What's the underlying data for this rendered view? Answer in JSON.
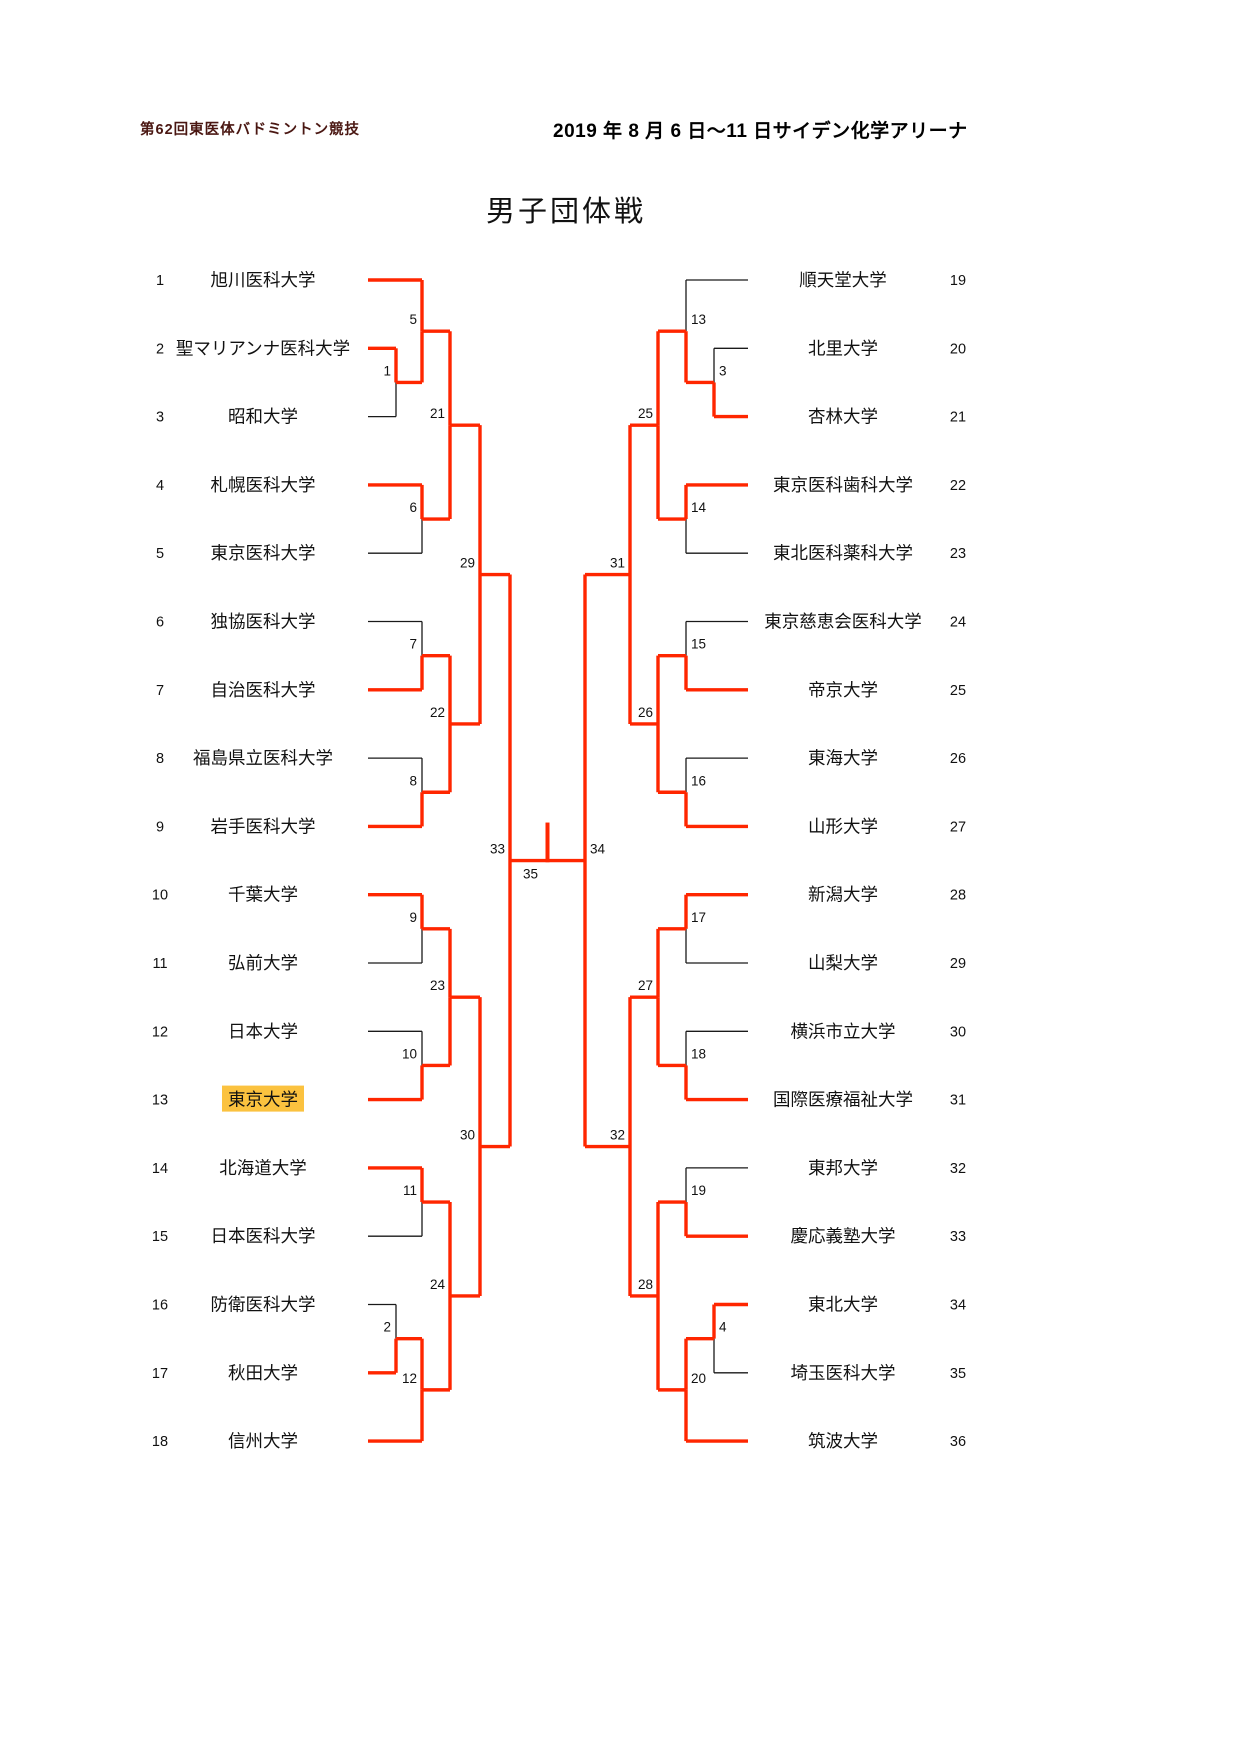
{
  "header": {
    "event_title": "第62回東医体バドミントン競技",
    "date_venue": "2019 年 8 月 6 日～11 日サイデン化学アリーナ"
  },
  "page_title": "男子団体戦",
  "colors": {
    "winner_path": "#ff2600",
    "line": "#1a1a1a",
    "highlight": "#fbc23f",
    "header_title": "#4a1712"
  },
  "highlighted_team": "東京大学",
  "teams_left": [
    {
      "seed": 1,
      "name": "旭川医科大学",
      "won_first": true
    },
    {
      "seed": 2,
      "name": "聖マリアンナ医科大学",
      "won_first": true
    },
    {
      "seed": 3,
      "name": "昭和大学",
      "won_first": false
    },
    {
      "seed": 4,
      "name": "札幌医科大学",
      "won_first": true
    },
    {
      "seed": 5,
      "name": "東京医科大学",
      "won_first": false
    },
    {
      "seed": 6,
      "name": "独協医科大学",
      "won_first": false
    },
    {
      "seed": 7,
      "name": "自治医科大学",
      "won_first": true
    },
    {
      "seed": 8,
      "name": "福島県立医科大学",
      "won_first": false
    },
    {
      "seed": 9,
      "name": "岩手医科大学",
      "won_first": true
    },
    {
      "seed": 10,
      "name": "千葉大学",
      "won_first": true
    },
    {
      "seed": 11,
      "name": "弘前大学",
      "won_first": false
    },
    {
      "seed": 12,
      "name": "日本大学",
      "won_first": false
    },
    {
      "seed": 13,
      "name": "東京大学",
      "won_first": true,
      "highlight": true
    },
    {
      "seed": 14,
      "name": "北海道大学",
      "won_first": true
    },
    {
      "seed": 15,
      "name": "日本医科大学",
      "won_first": false
    },
    {
      "seed": 16,
      "name": "防衛医科大学",
      "won_first": false
    },
    {
      "seed": 17,
      "name": "秋田大学",
      "won_first": true
    },
    {
      "seed": 18,
      "name": "信州大学",
      "won_first": true
    }
  ],
  "teams_right": [
    {
      "seed": 19,
      "name": "順天堂大学",
      "won_first": false
    },
    {
      "seed": 20,
      "name": "北里大学",
      "won_first": false
    },
    {
      "seed": 21,
      "name": "杏林大学",
      "won_first": true
    },
    {
      "seed": 22,
      "name": "東京医科歯科大学",
      "won_first": true
    },
    {
      "seed": 23,
      "name": "東北医科薬科大学",
      "won_first": false
    },
    {
      "seed": 24,
      "name": "東京慈恵会医科大学",
      "won_first": false
    },
    {
      "seed": 25,
      "name": "帝京大学",
      "won_first": true
    },
    {
      "seed": 26,
      "name": "東海大学",
      "won_first": false
    },
    {
      "seed": 27,
      "name": "山形大学",
      "won_first": true
    },
    {
      "seed": 28,
      "name": "新潟大学",
      "won_first": true
    },
    {
      "seed": 29,
      "name": "山梨大学",
      "won_first": false
    },
    {
      "seed": 30,
      "name": "横浜市立大学",
      "won_first": false
    },
    {
      "seed": 31,
      "name": "国際医療福祉大学",
      "won_first": true
    },
    {
      "seed": 32,
      "name": "東邦大学",
      "won_first": false
    },
    {
      "seed": 33,
      "name": "慶応義塾大学",
      "won_first": true
    },
    {
      "seed": 34,
      "name": "東北大学",
      "won_first": true
    },
    {
      "seed": 35,
      "name": "埼玉医科大学",
      "won_first": false
    },
    {
      "seed": 36,
      "name": "筑波大学",
      "won_first": true
    }
  ],
  "matches": [
    {
      "num": 1,
      "side": "left",
      "round": 1,
      "top": "T2",
      "bottom": "T3",
      "winner": "top"
    },
    {
      "num": 2,
      "side": "left",
      "round": 1,
      "top": "T16",
      "bottom": "T17",
      "winner": "bottom"
    },
    {
      "num": 5,
      "side": "left",
      "round": 2,
      "top": "T1",
      "bottom": "M1",
      "winner": "top"
    },
    {
      "num": 6,
      "side": "left",
      "round": 2,
      "top": "T4",
      "bottom": "T5",
      "winner": "top"
    },
    {
      "num": 7,
      "side": "left",
      "round": 2,
      "top": "T6",
      "bottom": "T7",
      "winner": "bottom"
    },
    {
      "num": 8,
      "side": "left",
      "round": 2,
      "top": "T8",
      "bottom": "T9",
      "winner": "bottom"
    },
    {
      "num": 9,
      "side": "left",
      "round": 2,
      "top": "T10",
      "bottom": "T11",
      "winner": "top"
    },
    {
      "num": 10,
      "side": "left",
      "round": 2,
      "top": "T12",
      "bottom": "T13",
      "winner": "bottom"
    },
    {
      "num": 11,
      "side": "left",
      "round": 2,
      "top": "T14",
      "bottom": "T15",
      "winner": "top"
    },
    {
      "num": 12,
      "side": "left",
      "round": 2,
      "top": "M2",
      "bottom": "T18",
      "winner": "bottom"
    },
    {
      "num": 21,
      "side": "left",
      "round": 3,
      "top": "M5",
      "bottom": "M6",
      "winner": "bottom"
    },
    {
      "num": 22,
      "side": "left",
      "round": 3,
      "top": "M7",
      "bottom": "M8",
      "winner": "top"
    },
    {
      "num": 23,
      "side": "left",
      "round": 3,
      "top": "M9",
      "bottom": "M10",
      "winner": "bottom"
    },
    {
      "num": 24,
      "side": "left",
      "round": 3,
      "top": "M11",
      "bottom": "M12",
      "winner": "bottom"
    },
    {
      "num": 29,
      "side": "left",
      "round": 4,
      "top": "M21",
      "bottom": "M22",
      "winner": "top"
    },
    {
      "num": 30,
      "side": "left",
      "round": 4,
      "top": "M23",
      "bottom": "M24",
      "winner": "top"
    },
    {
      "num": 33,
      "side": "left",
      "round": 5,
      "top": "M29",
      "bottom": "M30",
      "winner": "top"
    },
    {
      "num": 3,
      "side": "right",
      "round": 1,
      "top": "T20",
      "bottom": "T21",
      "winner": "bottom"
    },
    {
      "num": 4,
      "side": "right",
      "round": 1,
      "top": "T34",
      "bottom": "T35",
      "winner": "top"
    },
    {
      "num": 13,
      "side": "right",
      "round": 2,
      "top": "T19",
      "bottom": "M3",
      "winner": "bottom"
    },
    {
      "num": 14,
      "side": "right",
      "round": 2,
      "top": "T22",
      "bottom": "T23",
      "winner": "top"
    },
    {
      "num": 15,
      "side": "right",
      "round": 2,
      "top": "T24",
      "bottom": "T25",
      "winner": "bottom"
    },
    {
      "num": 16,
      "side": "right",
      "round": 2,
      "top": "T26",
      "bottom": "T27",
      "winner": "bottom"
    },
    {
      "num": 17,
      "side": "right",
      "round": 2,
      "top": "T28",
      "bottom": "T29",
      "winner": "top"
    },
    {
      "num": 18,
      "side": "right",
      "round": 2,
      "top": "T30",
      "bottom": "T31",
      "winner": "bottom"
    },
    {
      "num": 19,
      "side": "right",
      "round": 2,
      "top": "T32",
      "bottom": "T33",
      "winner": "bottom"
    },
    {
      "num": 20,
      "side": "right",
      "round": 2,
      "top": "M4",
      "bottom": "T36",
      "winner": "bottom"
    },
    {
      "num": 25,
      "side": "right",
      "round": 3,
      "top": "M13",
      "bottom": "M14",
      "winner": "bottom"
    },
    {
      "num": 26,
      "side": "right",
      "round": 3,
      "top": "M15",
      "bottom": "M16",
      "winner": "top"
    },
    {
      "num": 27,
      "side": "right",
      "round": 3,
      "top": "M17",
      "bottom": "M18",
      "winner": "top"
    },
    {
      "num": 28,
      "side": "right",
      "round": 3,
      "top": "M19",
      "bottom": "M20",
      "winner": "bottom"
    },
    {
      "num": 31,
      "side": "right",
      "round": 4,
      "top": "M25",
      "bottom": "M26",
      "winner": "top"
    },
    {
      "num": 32,
      "side": "right",
      "round": 4,
      "top": "M27",
      "bottom": "M28",
      "winner": "top"
    },
    {
      "num": 34,
      "side": "right",
      "round": 5,
      "top": "M31",
      "bottom": "M32",
      "winner": "top"
    }
  ],
  "final_match": {
    "num": 35,
    "left": "M33",
    "right": "M34"
  }
}
